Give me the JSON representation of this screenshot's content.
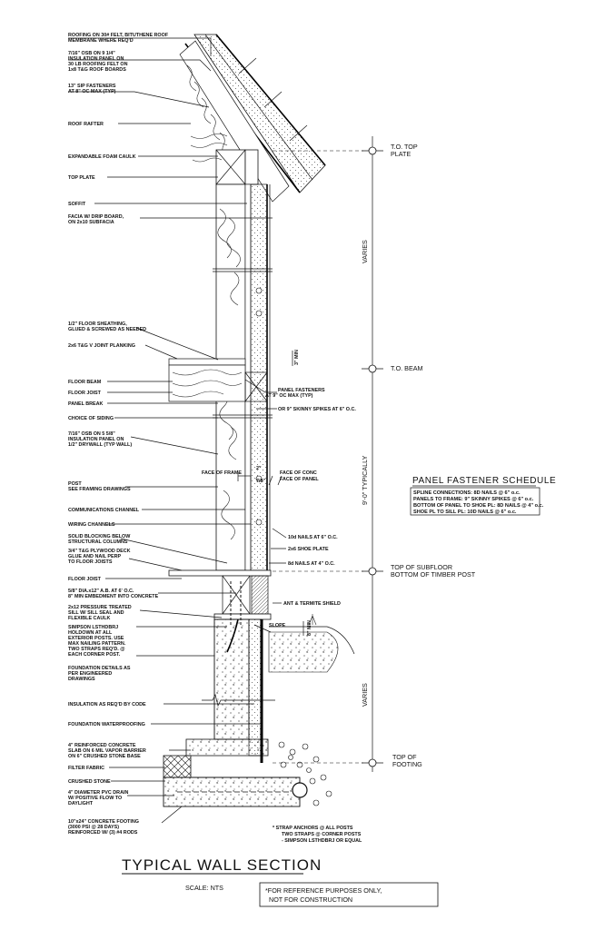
{
  "labels": {
    "roofing": [
      "ROOFING ON 30# FELT, BITUTHENE ROOF",
      "MEMBRANE WHERE REQ'D"
    ],
    "osb_roof": [
      "7/16\" OSB ON 9 1/4\"",
      "INSULATION PANEL ON",
      "30 LB ROOFING FELT ON",
      "1x8 T&G ROOF BOARDS"
    ],
    "sip_fasteners": [
      "13\" SIP FASTENERS",
      "AT 8\" OC MAX (TYP)"
    ],
    "roof_rafter": [
      "ROOF RAFTER"
    ],
    "foam_caulk": [
      "EXPANDABLE FOAM CAULK"
    ],
    "top_plate": [
      "TOP PLATE"
    ],
    "soffit": [
      "SOFFIT"
    ],
    "facia": [
      "FACIA W/ DRIP BOARD,",
      "ON 2x10 SUBFACIA"
    ],
    "floor_sheathing": [
      "1/2\" FLOOR SHEATHING,",
      "GLUED & SCREWED AS NEEDED"
    ],
    "v_joint": [
      "2x6 T&G V JOINT PLANKING"
    ],
    "floor_beam": [
      "FLOOR BEAM"
    ],
    "floor_joist": [
      "FLOOR JOIST"
    ],
    "panel_break": [
      "PANEL BREAK"
    ],
    "siding": [
      "CHOICE OF SIDING"
    ],
    "osb_wall": [
      "7/16\" OSB ON 5 5/8\"",
      "INSULATION PANEL ON",
      "1/2\" DRYWALL (TYP WALL)"
    ],
    "post": [
      "POST",
      "SEE FRAMING DRAWINGS"
    ],
    "comm_channel": [
      "COMMUNICATIONS CHANNEL"
    ],
    "wiring": [
      "WIRING CHANNELS"
    ],
    "solid_blocking": [
      "SOLID BLOCKING BELOW",
      "STRUCTURAL COLUMNS"
    ],
    "plywood_deck": [
      "3/4\" T&G PLYWOOD DECK",
      "GLUE AND NAIL PERP",
      "TO FLOOR JOISTS"
    ],
    "floor_joist_2": [
      "FLOOR JOIST"
    ],
    "anchor_bolt": [
      "5/8\" DIA.x12\" A.B. AT 6' O.C.",
      "8\" MIN EMBEDMENT INTO CONCRETE"
    ],
    "sill": [
      "2x12 PRESSURE TREATED",
      "SILL W/ SILL SEAL AND",
      "FLEXIBLE CAULK"
    ],
    "simpson": [
      "SIMPSON LSTHDBRJ",
      "HOLDOWN AT ALL",
      "EXTERIOR POSTS. USE",
      "MAX NAILING PATTERN.",
      "TWO STRAPS REQ'D. @",
      "EACH CORNER POST."
    ],
    "foundation": [
      "FOUNDATION DETAILS AS",
      "PER ENGINEERED",
      "DRAWINGS"
    ],
    "insulation": [
      "INSULATION AS REQ'D BY CODE"
    ],
    "waterproofing": [
      "FOUNDATION WATERPROOFING"
    ],
    "slab": [
      "4\" REINFORCED CONCRETE",
      "SLAB ON 6 MIL VAPOR BARRIER",
      "ON 6\" CRUSHED STONE BASE"
    ],
    "filter_fabric": [
      "FILTER FABRIC"
    ],
    "crushed_stone": [
      "CRUSHED STONE"
    ],
    "drain": [
      "4\" DIAMETER PVC DRAIN",
      "W/ POSITIVE FLOW TO",
      "DAYLIGHT"
    ],
    "footing": [
      "10\"x24\" CONCRETE FOOTING",
      "(3000 PSI @ 28 DAYS)",
      "REINFORCED W/ (3) #4 RODS"
    ],
    "panel_fasteners": [
      "PANEL FASTENERS",
      "AT 9\" OC MAX (TYP)"
    ],
    "skinny_spikes": [
      "OR 9\" SKINNY SPIKES AT 6\" O.C."
    ],
    "face_frame": [
      "FACE OF FRAME"
    ],
    "face_conc": [
      "FACE OF CONC"
    ],
    "face_panel": [
      "FACE OF PANEL"
    ],
    "dim_2": [
      "2\""
    ],
    "dim_78": [
      "7/8\""
    ],
    "nails_10d": [
      "10d NAILS AT 6\" O.C."
    ],
    "shoe_plate": [
      "2x6 SHOE PLATE"
    ],
    "nails_8d": [
      "8d NAILS AT 4\" O.C."
    ],
    "termite": [
      "ANT & TERMITE SHIELD"
    ],
    "slope": [
      "SLOPE"
    ],
    "min_8": [
      "8\"",
      "MIN"
    ],
    "min_3": [
      "3\"",
      "MIN"
    ]
  },
  "dimensions": {
    "to_top_plate": [
      "T.O. TOP",
      "PLATE"
    ],
    "to_beam": [
      "T.O. BEAM"
    ],
    "subfloor": [
      "TOP OF SUBFLOOR",
      "BOTTOM OF TIMBER POST"
    ],
    "top_footing": [
      "TOP OF",
      "FOOTING"
    ],
    "varies_upper": "VARIES",
    "typically": "9'-0\" TYPICALLY",
    "varies_lower": "VARIES"
  },
  "schedule": {
    "title": "PANEL FASTENER SCHEDULE",
    "rows": [
      "SPLINE CONNECTIONS: 8D NAILS @ 6\" o.c.",
      "PANELS TO FRAME: 9\" SKINNY SPIKES @ 6\" o.c.",
      "BOTTOM OF PANEL TO SHOE PL: 8D NAILS @ 4\" o.c.",
      "SHOE PL TO SILL PL: 10D NAILS @ 6\" o.c."
    ]
  },
  "strap_note": [
    "* STRAP ANCHORS @ ALL POSTS",
    "TWO STRAPS @ CORNER POSTS",
    "- SIMPSON LSTHDBRJ OR EQUAL"
  ],
  "title": "TYPICAL WALL SECTION",
  "scale": "SCALE: NTS",
  "disclaimer": [
    "*FOR REFERENCE PURPOSES ONLY,",
    "NOT FOR CONSTRUCTION"
  ]
}
